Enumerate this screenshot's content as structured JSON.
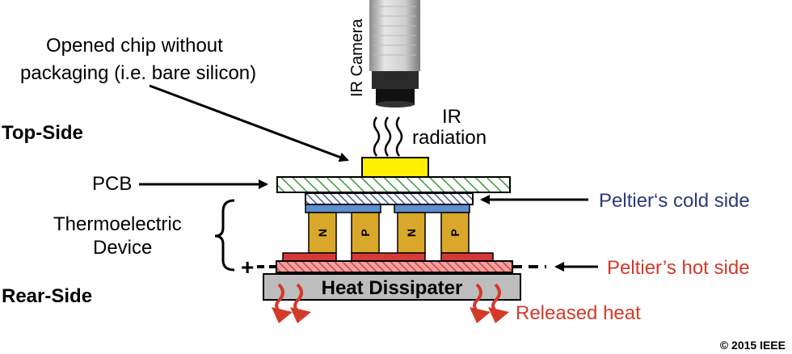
{
  "labels": {
    "camera": "IR Camera",
    "chip_line1": "Opened chip without",
    "chip_line2": "packaging (i.e. bare silicon)",
    "ir_line1": "IR",
    "ir_line2": "radiation",
    "top_side": "Top-Side",
    "pcb": "PCB",
    "thermo_line1": "Thermoelectric",
    "thermo_line2": "Device",
    "cold_side": "Peltier‘s cold side",
    "hot_side": "Peltier’s hot side",
    "rear_side": "Rear-Side",
    "dissipater": "Heat Dissipater",
    "released": "Released heat",
    "copyright": "© 2015 IEEE",
    "plus": "+",
    "minus": "-",
    "pillars": [
      "N",
      "P",
      "N",
      "P"
    ]
  },
  "colors": {
    "chip": "#ffef00",
    "pcb_hatch": "#3a9a3a",
    "cold_hatch": "#1f3f7a",
    "cold_plate": "#5b8fd0",
    "pillar": "#d9a82a",
    "hot_plate": "#d43a3a",
    "hot_hatch": "#c03030",
    "hot_fill": "#f2a0a0",
    "dissipater": "#bdbdbd",
    "heat_arrow": "#d33a2a",
    "cold_text": "#2b3a7a",
    "hot_text": "#d23a2a",
    "camera_body": "#d6d6d6"
  }
}
